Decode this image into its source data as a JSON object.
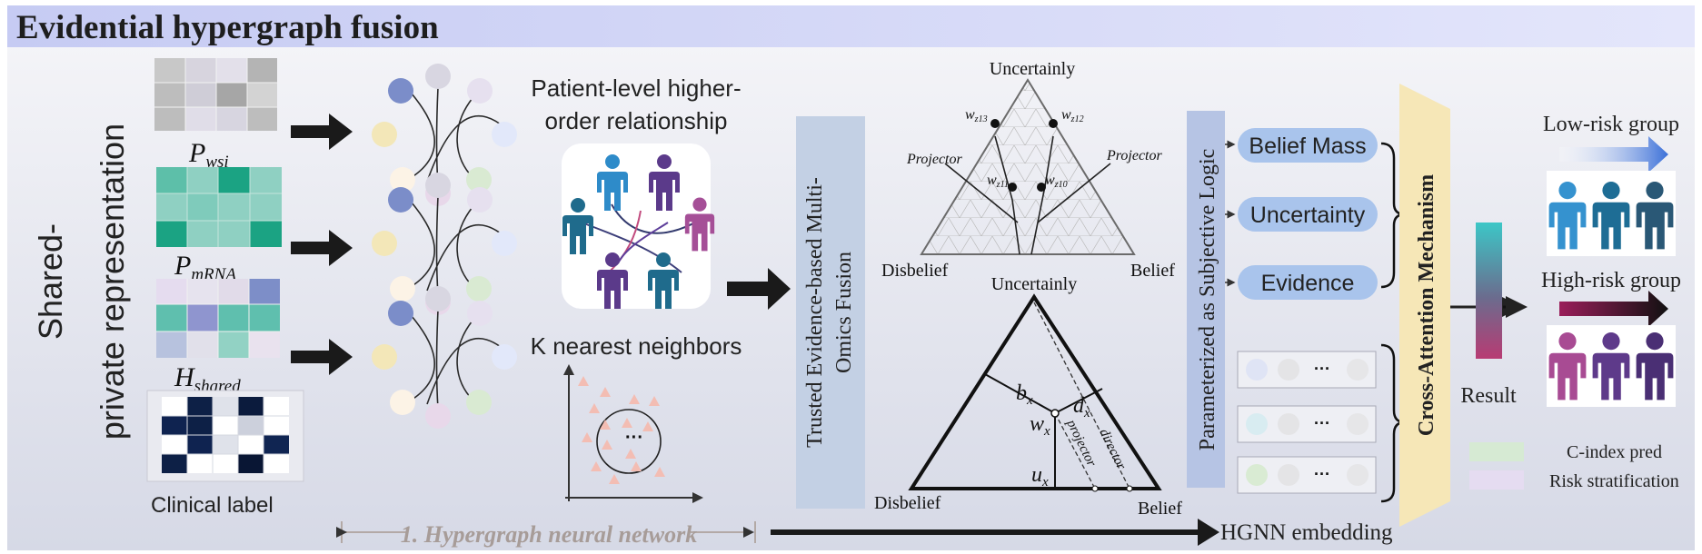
{
  "title": "Evidential hypergraph fusion",
  "colors": {
    "header_band": "#c9cdf3",
    "panel_bg": "#e4e6ef",
    "arrow": "#1a1a1a",
    "pill": "#a9c4ec",
    "trusted_box": "#c3d0e4",
    "param_box": "#b6c4e4",
    "cross_attention": "#f6e7b7",
    "low_risk": "#3a78c9",
    "high_risk": "#8a1d52",
    "person_blue": "#2e8bc9",
    "person_teal": "#1f6b8c",
    "person_purple": "#5b3a8a",
    "person_magenta": "#a54f97"
  },
  "left": {
    "side_label_line1": "Shared-",
    "side_label_line2": "private representation",
    "wsi_label": "P",
    "wsi_sub": "wsi",
    "mrna_label": "P",
    "mrna_sub": "mRNA",
    "shared_label": "H",
    "shared_sub": "shared",
    "clinical_label": "Clinical label"
  },
  "hypergraph": {
    "higher_order_line1": "Patient-level higher-",
    "higher_order_line2": "order relationship",
    "knn_label": "K nearest neighbors",
    "knn_dots": "···",
    "hgnn_label": "1. Hypergraph neural network"
  },
  "fusion": {
    "trusted_line1": "Trusted Evidence-based  Multi-",
    "trusted_line2": "Omics  Fusion"
  },
  "triangle_top": {
    "top_label": "Uncertainly",
    "left_label": "Disbelief",
    "right_label": "Belief",
    "projector_left": "Projector",
    "projector_right": "Projector",
    "w13": "w",
    "w13_sub": "z13",
    "w12": "w",
    "w12_sub": "z12",
    "w11": "w",
    "w11_sub": "z11",
    "w10": "w",
    "w10_sub": "z10"
  },
  "triangle_bottom": {
    "top_label": "Uncertainly",
    "left_label": "Disbelief",
    "right_label": "Belief",
    "bx": "b",
    "bx_sub": "x",
    "dx": "d",
    "dx_sub": "x",
    "wx": "w",
    "wx_sub": "x",
    "ux": "u",
    "ux_sub": "x",
    "projector": "projector",
    "director": "director"
  },
  "subjective": {
    "param_label": "Parameterized as  Subjective Logic",
    "belief_mass": "Belief Mass",
    "uncertainty": "Uncertainty",
    "evidence": "Evidence",
    "dots": "···",
    "hgnn_embedding": "HGNN embedding"
  },
  "attention": {
    "label": "Cross-Attention Mechanism"
  },
  "result": {
    "label": "Result",
    "low_risk": "Low-risk group",
    "high_risk": "High-risk group",
    "legend_cindex": "C-index pred",
    "legend_risk": "Risk stratification",
    "legend_cindex_color": "#d6ead3",
    "legend_risk_color": "#e5dcf1"
  }
}
